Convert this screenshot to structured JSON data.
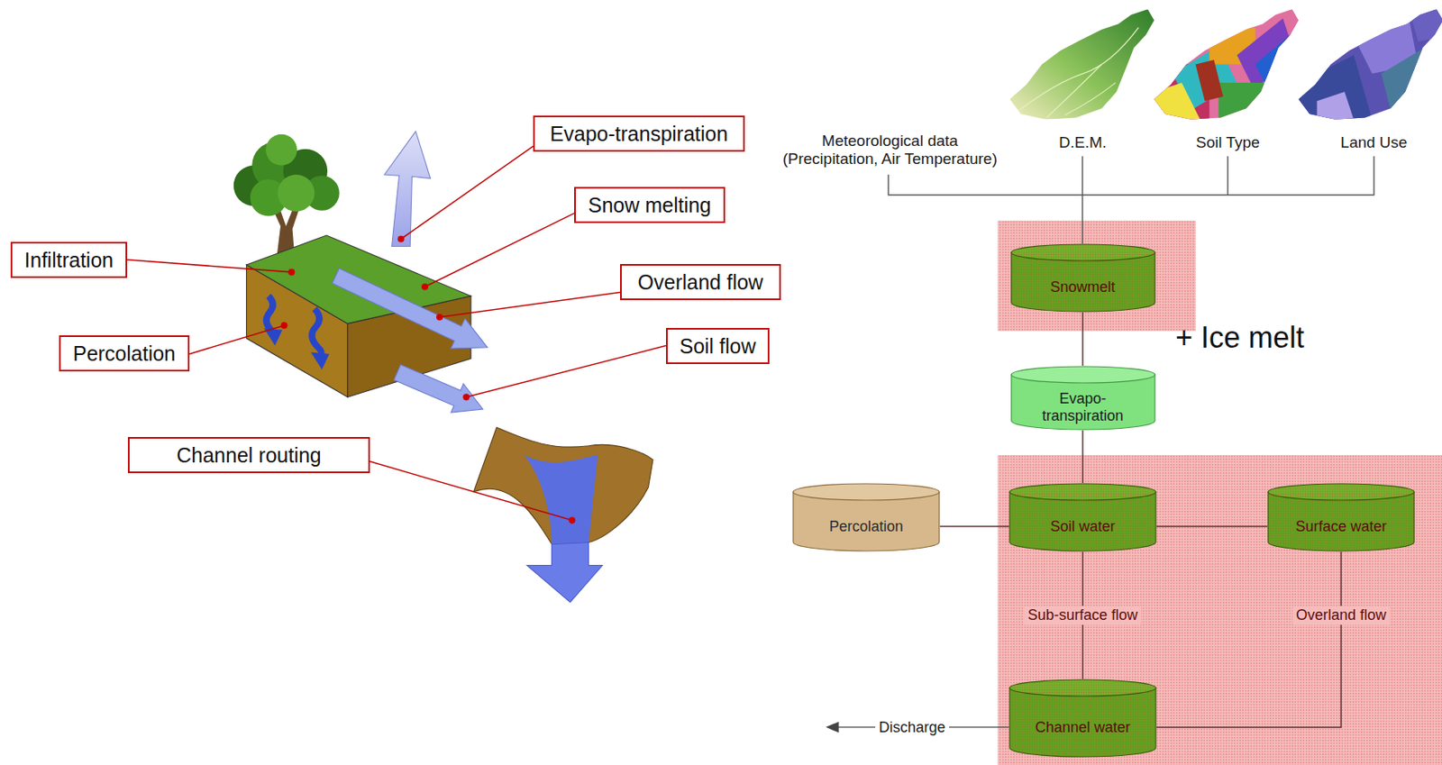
{
  "diagram": {
    "nodes": [
      {
        "text": [
          "Evapo-transpiration"
        ]
      },
      {
        "text": [
          "Snow melting"
        ]
      },
      {
        "text": [
          "Infiltration"
        ]
      },
      {
        "text": [
          "Overland flow"
        ]
      },
      {
        "text": [
          "Soil flow"
        ]
      },
      {
        "text": [
          "Percolation"
        ]
      },
      {
        "text": [
          "Channel routing"
        ]
      },
      {
        "text": [
          "Snowmelt"
        ]
      },
      {
        "text": [
          "Evapo- transpiration"
        ]
      },
      {
        "text": [
          "Percolation"
        ]
      },
      {
        "text": [
          "Soil water"
        ]
      },
      {
        "text": [
          "Surface water"
        ]
      },
      {
        "text": [
          "Channel water"
        ]
      }
    ],
    "edges": [
      {
        "from": 7,
        "to": 8,
        "arrow": "none"
      },
      {
        "from": 8,
        "to": 10,
        "arrow": "none"
      },
      {
        "from": 9,
        "to": 10,
        "arrow": "none"
      },
      {
        "from": 10,
        "to": 11,
        "arrow": "none"
      },
      {
        "from": 10,
        "to": 12,
        "label": "Sub-surface flow",
        "arrow": "none"
      },
      {
        "from": 11,
        "to": 12,
        "label": "Overland flow",
        "arrow": "none"
      }
    ],
    "labels": [
      "Meteorological data (Precipitation, Air Temperature)",
      "D.E.M.",
      "Soil Type",
      "Land Use",
      "+ Ice melt",
      "Discharge"
    ]
  }
}
